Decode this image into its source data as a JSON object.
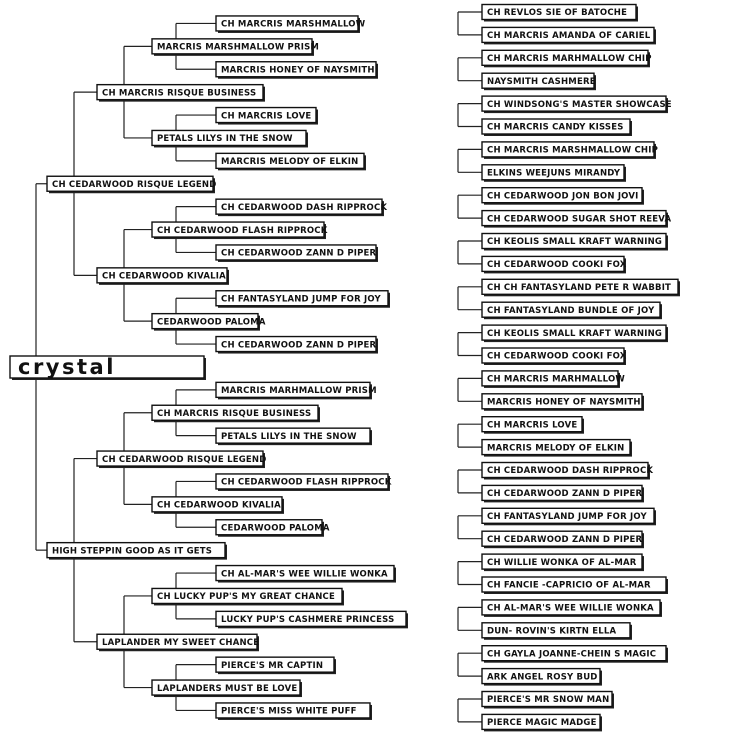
{
  "root": "crystal",
  "sire": {
    "name": "CH CEDARWOOD RISQUE LEGEND",
    "sire": {
      "name": "CH MARCRIS RISQUE BUSINESS",
      "sire": {
        "name": "MARCRIS MARSHMALLOW PRISM",
        "sire": {
          "name": "CH MARCRIS MARSHMALLOW",
          "sire": {
            "name": "CH REVLOS SIE OF BATOCHE"
          },
          "dam": {
            "name": "CH MARCRIS AMANDA OF CARIEL"
          }
        },
        "dam": {
          "name": "MARCRIS HONEY OF NAYSMITH",
          "sire": {
            "name": "CH MARCRIS MARHMALLOW CHIP"
          },
          "dam": {
            "name": "NAYSMITH CASHMERE"
          }
        }
      },
      "dam": {
        "name": "PETALS LILYS IN THE SNOW",
        "sire": {
          "name": "CH MARCRIS LOVE",
          "sire": {
            "name": "CH WINDSONG'S MASTER SHOWCASE"
          },
          "dam": {
            "name": "CH MARCRIS CANDY KISSES"
          }
        },
        "dam": {
          "name": "MARCRIS MELODY OF ELKIN",
          "sire": {
            "name": "CH MARCRIS MARSHMALLOW CHIP"
          },
          "dam": {
            "name": "ELKINS WEEJUNS MIRANDY"
          }
        }
      }
    },
    "dam": {
      "name": "CH CEDARWOOD KIVALIA",
      "sire": {
        "name": "CH CEDARWOOD FLASH RIPPROCK",
        "sire": {
          "name": "CH CEDARWOOD DASH RIPPROCK",
          "sire": {
            "name": "CH CEDARWOOD JON BON JOVI"
          },
          "dam": {
            "name": "CH CEDARWOOD SUGAR SHOT REEVA"
          }
        },
        "dam": {
          "name": "CH CEDARWOOD ZANN D PIPER",
          "sire": {
            "name": "CH KEOLIS SMALL KRAFT WARNING"
          },
          "dam": {
            "name": "CH CEDARWOOD COOKI FOX"
          }
        }
      },
      "dam": {
        "name": "CEDARWOOD PALOMA",
        "sire": {
          "name": "CH FANTASYLAND JUMP FOR JOY",
          "sire": {
            "name": "CH CH FANTASYLAND PETE R WABBIT"
          },
          "dam": {
            "name": "CH FANTASYLAND BUNDLE OF JOY"
          }
        },
        "dam": {
          "name": "CH CEDARWOOD ZANN D PIPER",
          "sire": {
            "name": "CH KEOLIS SMALL KRAFT WARNING"
          },
          "dam": {
            "name": "CH CEDARWOOD COOKI FOX"
          }
        }
      }
    }
  },
  "dam": {
    "name": "HIGH STEPPIN GOOD AS IT GETS",
    "sire": {
      "name": "CH CEDARWOOD RISQUE LEGEND",
      "sire": {
        "name": "CH MARCRIS RISQUE BUSINESS",
        "sire": {
          "name": "MARCRIS MARHMALLOW PRISM",
          "sire": {
            "name": "CH MARCRIS MARHMALLOW"
          },
          "dam": {
            "name": "MARCRIS HONEY OF NAYSMITH"
          }
        },
        "dam": {
          "name": "PETALS LILYS IN THE SNOW",
          "sire": {
            "name": "CH MARCRIS LOVE"
          },
          "dam": {
            "name": "MARCRIS MELODY OF ELKIN"
          }
        }
      },
      "dam": {
        "name": "CH CEDARWOOD KIVALIA",
        "sire": {
          "name": "CH CEDARWOOD FLASH RIPPROCK",
          "sire": {
            "name": "CH CEDARWOOD DASH RIPPROCK"
          },
          "dam": {
            "name": "CH CEDARWOOD ZANN D PIPER"
          }
        },
        "dam": {
          "name": "CEDARWOOD PALOMA",
          "sire": {
            "name": "CH FANTASYLAND JUMP FOR JOY"
          },
          "dam": {
            "name": "CH CEDARWOOD ZANN D PIPER"
          }
        }
      }
    },
    "dam": {
      "name": "LAPLANDER MY SWEET CHANCE",
      "sire": {
        "name": "CH LUCKY PUP'S MY GREAT CHANCE",
        "sire": {
          "name": "CH AL-MAR'S WEE WILLIE WONKA",
          "sire": {
            "name": "CH WILLIE WONKA OF AL-MAR"
          },
          "dam": {
            "name": "CH FANCIE -CAPRICIO OF AL-MAR"
          }
        },
        "dam": {
          "name": "LUCKY PUP'S CASHMERE  PRINCESS",
          "sire": {
            "name": "CH AL-MAR'S WEE WILLIE WONKA"
          },
          "dam": {
            "name": "DUN- ROVIN'S KIRTN ELLA"
          }
        }
      },
      "dam": {
        "name": "LAPLANDERS MUST BE LOVE",
        "sire": {
          "name": "PIERCE'S MR CAPTIN",
          "sire": {
            "name": "CH GAYLA JOANNE-CHEIN S MAGIC"
          },
          "dam": {
            "name": "ARK ANGEL ROSY BUD"
          }
        },
        "dam": {
          "name": "PIERCE'S MISS WHITE PUFF",
          "sire": {
            "name": "PIERCE'S MR SNOW MAN"
          },
          "dam": {
            "name": "PIERCE MAGIC MADGE"
          }
        }
      }
    }
  }
}
